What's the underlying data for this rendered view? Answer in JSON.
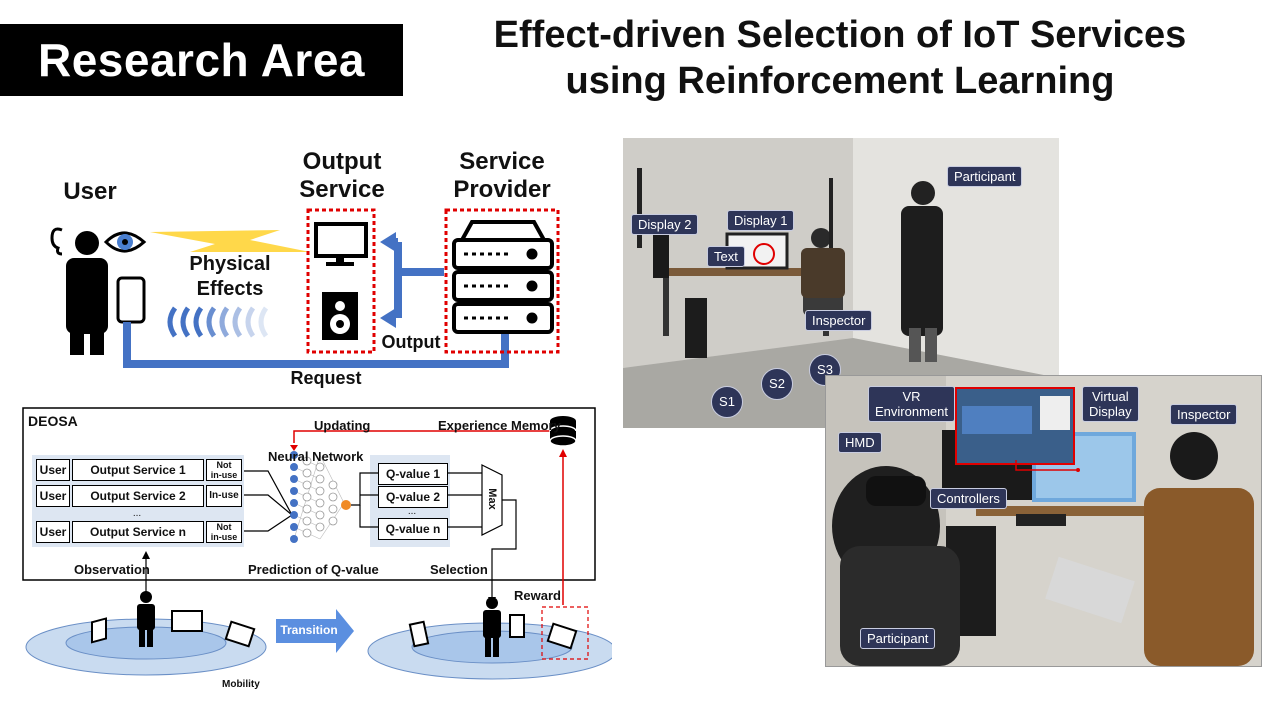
{
  "header": {
    "badge": "Research Area",
    "title_line1": "Effect-driven Selection of IoT Services",
    "title_line2": "using Reinforcement Learning"
  },
  "concept": {
    "user": "User",
    "output_service_1": "Output",
    "output_service_2": "Service",
    "service_provider_1": "Service",
    "service_provider_2": "Provider",
    "physical_1": "Physical",
    "physical_2": "Effects",
    "output": "Output",
    "request": "Request"
  },
  "deosa": {
    "title": "DEOSA",
    "updating": "Updating",
    "experience_memory": "Experience Memory",
    "neural_network": "Neural Network",
    "rows": [
      {
        "user": "User",
        "service": "Output Service 1",
        "status": "Not\nin-use"
      },
      {
        "user": "User",
        "service": "Output Service 2",
        "status": "In-use"
      },
      {
        "user": "",
        "service": "...",
        "status": ""
      },
      {
        "user": "User",
        "service": "Output Service n",
        "status": "Not\nin-use"
      }
    ],
    "qvalues": [
      "Q-value 1",
      "Q-value 2",
      "...",
      "Q-value n"
    ],
    "max": "Max",
    "observation": "Observation",
    "prediction": "Prediction of Q-value",
    "selection": "Selection",
    "reward": "Reward",
    "transition": "Transition",
    "mobility": "Mobility"
  },
  "photo1": {
    "participant": "Participant",
    "display2": "Display 2",
    "display1": "Display 1",
    "text": "Text",
    "inspector": "Inspector",
    "s1": "S1",
    "s2": "S2",
    "s3": "S3"
  },
  "photo2": {
    "vr_environment": "VR\nEnvironment",
    "virtual_display": "Virtual\nDisplay",
    "inspector": "Inspector",
    "hmd": "HMD",
    "controllers": "Controllers",
    "participant": "Participant"
  },
  "colors": {
    "accent_blue": "#4472c4",
    "red": "#e00000",
    "navy_tag": "#2e3558",
    "light_panel": "#dde6f2"
  }
}
